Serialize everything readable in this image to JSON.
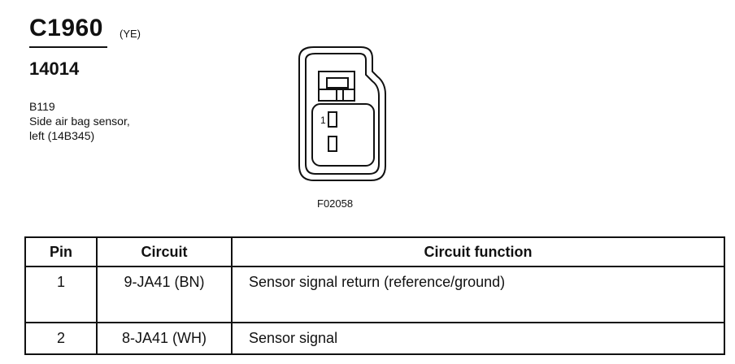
{
  "header": {
    "connector_id": "C1960",
    "color_code": "(YE)",
    "part_number": "14014"
  },
  "description": {
    "lines": [
      "B119",
      "Side air bag sensor,",
      "left (14B345)"
    ]
  },
  "diagram": {
    "pin_label": "1",
    "figure_ref": "F02058"
  },
  "table": {
    "headers": [
      "Pin",
      "Circuit",
      "Circuit function"
    ],
    "rows": [
      {
        "pin": "1",
        "circuit": "9-JA41 (BN)",
        "function": "Sensor signal return (reference/ground)"
      },
      {
        "pin": "2",
        "circuit": "8-JA41 (WH)",
        "function": "Sensor signal"
      }
    ]
  }
}
